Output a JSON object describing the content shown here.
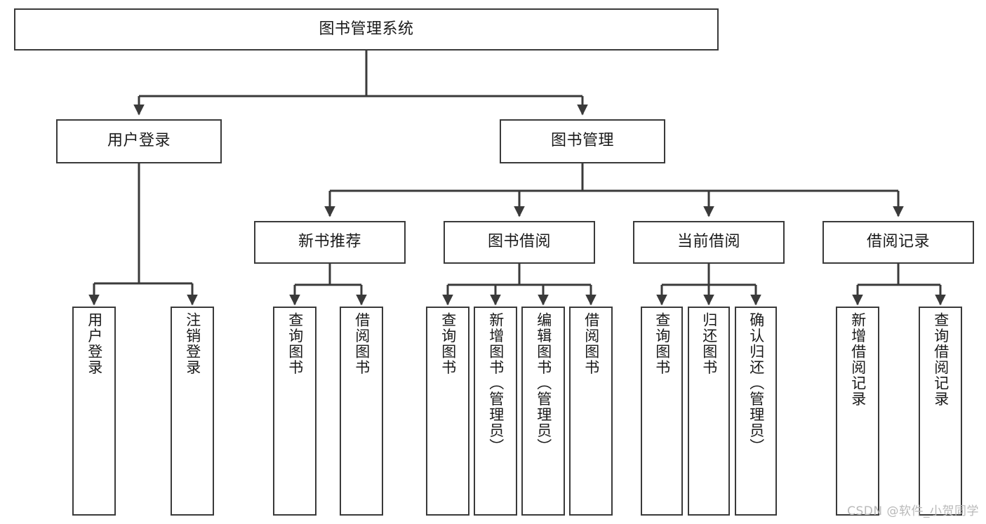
{
  "diagram": {
    "title": "图书管理系统",
    "type": "hierarchy-tree",
    "watermark": "CSDN @软件_小贺同学",
    "colors": {
      "background": "#ffffff",
      "box_border": "#3a3a3a",
      "connector": "#3a3a3a",
      "text": "#1a1a1a",
      "watermark": "#b9b9b9"
    },
    "nodes": {
      "root": {
        "label": "图书管理系统",
        "level": 1,
        "orientation": "horizontal"
      },
      "l2": [
        {
          "id": "user-login",
          "label": "用户登录",
          "level": 2,
          "orientation": "horizontal"
        },
        {
          "id": "book-manage",
          "label": "图书管理",
          "level": 2,
          "orientation": "horizontal"
        }
      ],
      "l3": [
        {
          "id": "new-book-recommend",
          "label": "新书推荐",
          "level": 3,
          "orientation": "horizontal"
        },
        {
          "id": "book-borrow",
          "label": "图书借阅",
          "level": 3,
          "orientation": "horizontal"
        },
        {
          "id": "current-borrow",
          "label": "当前借阅",
          "level": 3,
          "orientation": "horizontal"
        },
        {
          "id": "borrow-record",
          "label": "借阅记录",
          "level": 3,
          "orientation": "horizontal"
        }
      ],
      "leaves": [
        {
          "id": "leaf-user-login",
          "label": "用户登录",
          "parent": "user-login",
          "orientation": "vertical"
        },
        {
          "id": "leaf-user-logout",
          "label": "注销登录",
          "parent": "user-login",
          "orientation": "vertical"
        },
        {
          "id": "leaf-query-book-1",
          "label": "查询图书",
          "parent": "new-book-recommend",
          "orientation": "vertical"
        },
        {
          "id": "leaf-borrow-book-1",
          "label": "借阅图书",
          "parent": "new-book-recommend",
          "orientation": "vertical"
        },
        {
          "id": "leaf-query-book-2",
          "label": "查询图书",
          "parent": "book-borrow",
          "orientation": "vertical"
        },
        {
          "id": "leaf-add-book",
          "label": "新增图书（管理员）",
          "parent": "book-borrow",
          "orientation": "vertical"
        },
        {
          "id": "leaf-edit-book",
          "label": "编辑图书（管理员）",
          "parent": "book-borrow",
          "orientation": "vertical"
        },
        {
          "id": "leaf-borrow-book-2",
          "label": "借阅图书",
          "parent": "book-borrow",
          "orientation": "vertical"
        },
        {
          "id": "leaf-query-book-3",
          "label": "查询图书",
          "parent": "current-borrow",
          "orientation": "vertical"
        },
        {
          "id": "leaf-return-book",
          "label": "归还图书",
          "parent": "current-borrow",
          "orientation": "vertical"
        },
        {
          "id": "leaf-confirm-return",
          "label": "确认归还（管理员）",
          "parent": "current-borrow",
          "orientation": "vertical"
        },
        {
          "id": "leaf-add-record",
          "label": "新增借阅记录",
          "parent": "borrow-record",
          "orientation": "vertical"
        },
        {
          "id": "leaf-query-record",
          "label": "查询借阅记录",
          "parent": "borrow-record",
          "orientation": "vertical"
        }
      ]
    }
  }
}
